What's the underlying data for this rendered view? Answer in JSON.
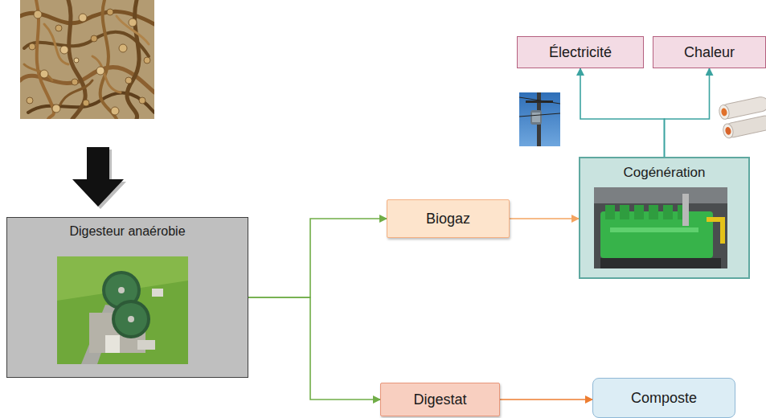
{
  "diagram": {
    "nodes": [
      {
        "text": [
          "Digesteur anaérobie"
        ]
      },
      {
        "text": [
          "Biogaz"
        ]
      },
      {
        "text": [
          "Cogénération"
        ]
      },
      {
        "text": [
          "Électricité"
        ]
      },
      {
        "text": [
          "Chaleur"
        ]
      },
      {
        "text": [
          "Digestat"
        ]
      },
      {
        "text": [
          "Composte"
        ]
      }
    ],
    "edges": [
      {
        "from": 0,
        "to": 1,
        "arrow": "to"
      },
      {
        "from": 0,
        "to": 5,
        "arrow": "to"
      },
      {
        "from": 1,
        "to": 2,
        "arrow": "to"
      },
      {
        "from": 2,
        "to": 3,
        "arrow": "to"
      },
      {
        "from": 2,
        "to": 4,
        "arrow": "to"
      },
      {
        "from": 5,
        "to": 6,
        "arrow": "to"
      }
    ]
  }
}
